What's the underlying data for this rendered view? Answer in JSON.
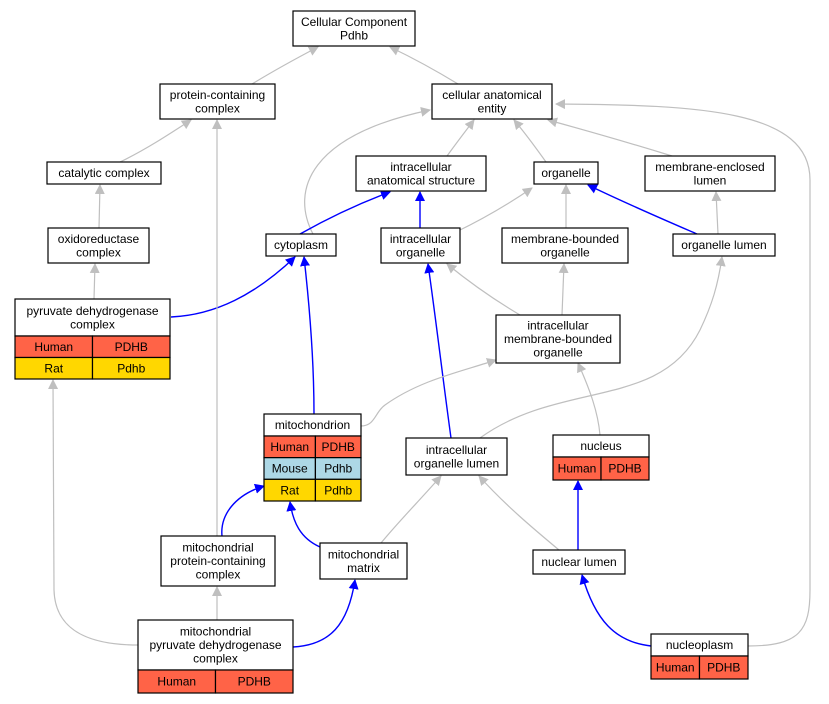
{
  "colors": {
    "edge_is_a": "#bfbfbf",
    "edge_part_of": "#0000ff",
    "human": "#ff6347",
    "mouse": "#add8e6",
    "rat": "#ffd700",
    "node_fill": "#ffffff",
    "node_border": "#000000"
  },
  "nodes": [
    {
      "id": "cellular_component_pdhb",
      "lines": [
        "Cellular Component",
        "Pdhb"
      ]
    },
    {
      "id": "protein_containing_complex",
      "lines": [
        "protein-containing",
        "complex"
      ]
    },
    {
      "id": "cellular_anatomical_entity",
      "lines": [
        "cellular anatomical",
        "entity"
      ]
    },
    {
      "id": "catalytic_complex",
      "lines": [
        "catalytic complex"
      ]
    },
    {
      "id": "intracellular_anatomical_structure",
      "lines": [
        "intracellular",
        "anatomical structure"
      ]
    },
    {
      "id": "organelle",
      "lines": [
        "organelle"
      ]
    },
    {
      "id": "membrane_enclosed_lumen",
      "lines": [
        "membrane-enclosed",
        "lumen"
      ]
    },
    {
      "id": "oxidoreductase_complex",
      "lines": [
        "oxidoreductase",
        "complex"
      ]
    },
    {
      "id": "cytoplasm",
      "lines": [
        "cytoplasm"
      ]
    },
    {
      "id": "intracellular_organelle",
      "lines": [
        "intracellular",
        "organelle"
      ]
    },
    {
      "id": "membrane_bounded_organelle",
      "lines": [
        "membrane-bounded",
        "organelle"
      ]
    },
    {
      "id": "organelle_lumen",
      "lines": [
        "organelle lumen"
      ]
    },
    {
      "id": "pyruvate_dehydrogenase_complex",
      "lines": [
        "pyruvate dehydrogenase",
        "complex"
      ],
      "rows": [
        {
          "species": "Human",
          "gene": "PDHB"
        },
        {
          "species": "Rat",
          "gene": "Pdhb"
        }
      ]
    },
    {
      "id": "intracellular_membrane_bounded_organelle",
      "lines": [
        "intracellular",
        "membrane-bounded",
        "organelle"
      ]
    },
    {
      "id": "mitochondrion",
      "lines": [
        "mitochondrion"
      ],
      "rows": [
        {
          "species": "Human",
          "gene": "PDHB"
        },
        {
          "species": "Mouse",
          "gene": "Pdhb"
        },
        {
          "species": "Rat",
          "gene": "Pdhb"
        }
      ]
    },
    {
      "id": "intracellular_organelle_lumen",
      "lines": [
        "intracellular",
        "organelle lumen"
      ]
    },
    {
      "id": "nucleus",
      "lines": [
        "nucleus"
      ],
      "rows": [
        {
          "species": "Human",
          "gene": "PDHB"
        }
      ]
    },
    {
      "id": "mitochondrial_protein_containing_complex",
      "lines": [
        "mitochondrial",
        "protein-containing",
        "complex"
      ]
    },
    {
      "id": "mitochondrial_matrix",
      "lines": [
        "mitochondrial",
        "matrix"
      ]
    },
    {
      "id": "nuclear_lumen",
      "lines": [
        "nuclear lumen"
      ]
    },
    {
      "id": "mitochondrial_pyruvate_dehydrogenase_complex",
      "lines": [
        "mitochondrial",
        "pyruvate dehydrogenase",
        "complex"
      ],
      "rows": [
        {
          "species": "Human",
          "gene": "PDHB"
        }
      ]
    },
    {
      "id": "nucleoplasm",
      "lines": [
        "nucleoplasm"
      ],
      "rows": [
        {
          "species": "Human",
          "gene": "PDHB"
        }
      ]
    }
  ],
  "edges": [
    {
      "from": "protein_containing_complex",
      "to": "cellular_component_pdhb",
      "type": "is_a"
    },
    {
      "from": "cellular_anatomical_entity",
      "to": "cellular_component_pdhb",
      "type": "is_a"
    },
    {
      "from": "catalytic_complex",
      "to": "protein_containing_complex",
      "type": "is_a"
    },
    {
      "from": "oxidoreductase_complex",
      "to": "catalytic_complex",
      "type": "is_a"
    },
    {
      "from": "pyruvate_dehydrogenase_complex",
      "to": "oxidoreductase_complex",
      "type": "is_a"
    },
    {
      "from": "intracellular_anatomical_structure",
      "to": "cellular_anatomical_entity",
      "type": "is_a"
    },
    {
      "from": "organelle",
      "to": "cellular_anatomical_entity",
      "type": "is_a"
    },
    {
      "from": "membrane_enclosed_lumen",
      "to": "cellular_anatomical_entity",
      "type": "is_a"
    },
    {
      "from": "cytoplasm",
      "to": "cellular_anatomical_entity",
      "type": "is_a"
    },
    {
      "from": "nucleoplasm",
      "to": "cellular_anatomical_entity",
      "type": "is_a"
    },
    {
      "from": "cytoplasm",
      "to": "intracellular_anatomical_structure",
      "type": "part_of"
    },
    {
      "from": "intracellular_organelle",
      "to": "intracellular_anatomical_structure",
      "type": "part_of"
    },
    {
      "from": "intracellular_organelle",
      "to": "organelle",
      "type": "is_a"
    },
    {
      "from": "membrane_bounded_organelle",
      "to": "organelle",
      "type": "is_a"
    },
    {
      "from": "organelle_lumen",
      "to": "organelle",
      "type": "part_of"
    },
    {
      "from": "organelle_lumen",
      "to": "membrane_enclosed_lumen",
      "type": "is_a"
    },
    {
      "from": "pyruvate_dehydrogenase_complex",
      "to": "cytoplasm",
      "type": "part_of"
    },
    {
      "from": "mitochondrion",
      "to": "cytoplasm",
      "type": "part_of"
    },
    {
      "from": "intracellular_membrane_bounded_organelle",
      "to": "intracellular_organelle",
      "type": "is_a"
    },
    {
      "from": "intracellular_organelle_lumen",
      "to": "intracellular_organelle",
      "type": "part_of"
    },
    {
      "from": "intracellular_membrane_bounded_organelle",
      "to": "membrane_bounded_organelle",
      "type": "is_a"
    },
    {
      "from": "intracellular_organelle_lumen",
      "to": "organelle_lumen",
      "type": "is_a"
    },
    {
      "from": "mitochondrion",
      "to": "intracellular_membrane_bounded_organelle",
      "type": "is_a"
    },
    {
      "from": "nucleus",
      "to": "intracellular_membrane_bounded_organelle",
      "type": "is_a"
    },
    {
      "from": "mitochondrial_protein_containing_complex",
      "to": "protein_containing_complex",
      "type": "is_a"
    },
    {
      "from": "mitochondrial_protein_containing_complex",
      "to": "mitochondrion",
      "type": "part_of"
    },
    {
      "from": "mitochondrial_matrix",
      "to": "mitochondrion",
      "type": "part_of"
    },
    {
      "from": "mitochondrial_matrix",
      "to": "intracellular_organelle_lumen",
      "type": "is_a"
    },
    {
      "from": "nuclear_lumen",
      "to": "intracellular_organelle_lumen",
      "type": "is_a"
    },
    {
      "from": "nuclear_lumen",
      "to": "nucleus",
      "type": "part_of"
    },
    {
      "from": "mitochondrial_pyruvate_dehydrogenase_complex",
      "to": "mitochondrial_protein_containing_complex",
      "type": "is_a"
    },
    {
      "from": "mitochondrial_pyruvate_dehydrogenase_complex",
      "to": "mitochondrial_matrix",
      "type": "part_of"
    },
    {
      "from": "mitochondrial_pyruvate_dehydrogenase_complex",
      "to": "pyruvate_dehydrogenase_complex",
      "type": "is_a"
    },
    {
      "from": "nucleoplasm",
      "to": "nuclear_lumen",
      "type": "part_of"
    }
  ]
}
